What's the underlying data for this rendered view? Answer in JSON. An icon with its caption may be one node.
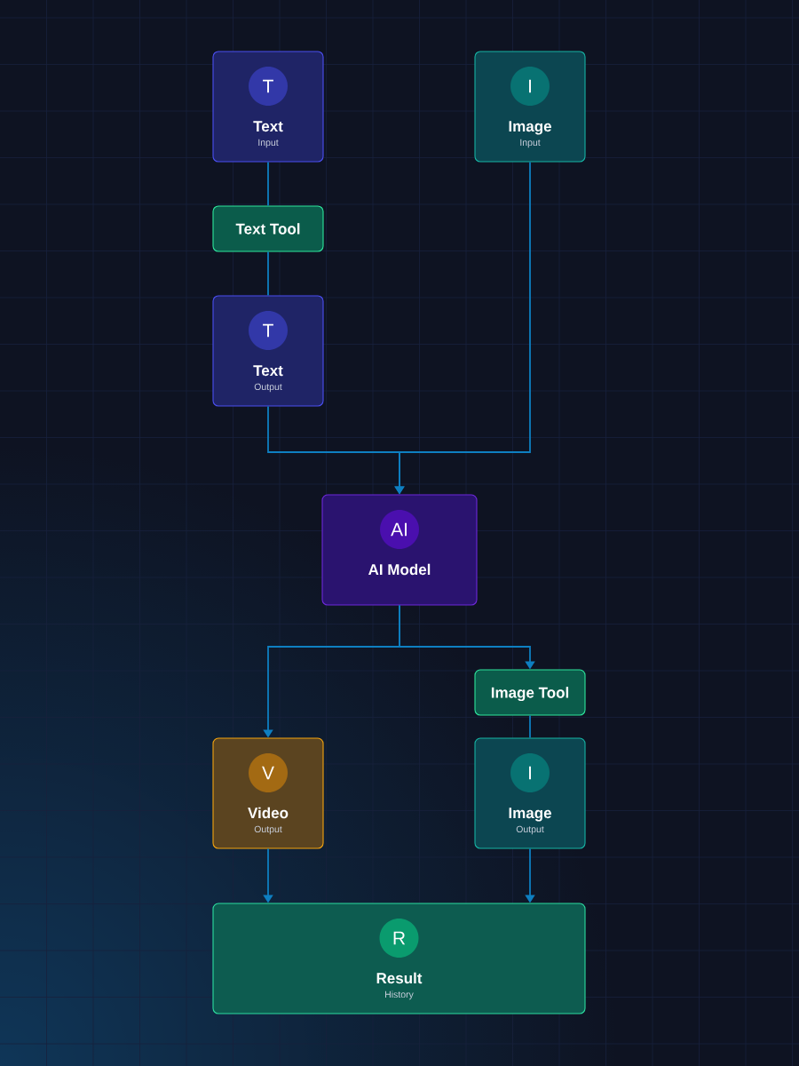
{
  "diagram": {
    "nodes": [
      {
        "text": [
          "Text",
          "Input"
        ]
      },
      {
        "text": [
          "T"
        ],
        "in": 0
      },
      {
        "text": [
          "Image",
          "Input"
        ]
      },
      {
        "text": [
          "I"
        ],
        "in": 2
      },
      {
        "text": [
          "Text Tool"
        ]
      },
      {
        "text": [
          "Text",
          "Output"
        ]
      },
      {
        "text": [
          "T"
        ],
        "in": 5
      },
      {
        "text": [
          "AI Model"
        ]
      },
      {
        "text": [
          "AI"
        ],
        "in": 7
      },
      {
        "text": [
          "Image Tool"
        ]
      },
      {
        "text": [
          "Video",
          "Output"
        ]
      },
      {
        "text": [
          "V"
        ],
        "in": 10
      },
      {
        "text": [
          "Image",
          "Output"
        ]
      },
      {
        "text": [
          "I"
        ],
        "in": 12
      },
      {
        "text": [
          "Result",
          "History"
        ]
      },
      {
        "text": [
          "R"
        ],
        "in": 14
      }
    ],
    "edges": [
      {
        "from": 0,
        "to": 4,
        "arrow": "none"
      },
      {
        "from": 4,
        "to": 5,
        "arrow": "none"
      },
      {
        "from": 5,
        "to": 7,
        "arrow": "to"
      },
      {
        "from": 2,
        "to": 7,
        "arrow": "to"
      },
      {
        "from": 7,
        "to": 10,
        "arrow": "to"
      },
      {
        "from": 7,
        "to": 9,
        "arrow": "to"
      },
      {
        "from": 9,
        "to": 12,
        "arrow": "none"
      },
      {
        "from": 10,
        "to": 14,
        "arrow": "to"
      },
      {
        "from": 12,
        "to": 14,
        "arrow": "to"
      }
    ]
  }
}
